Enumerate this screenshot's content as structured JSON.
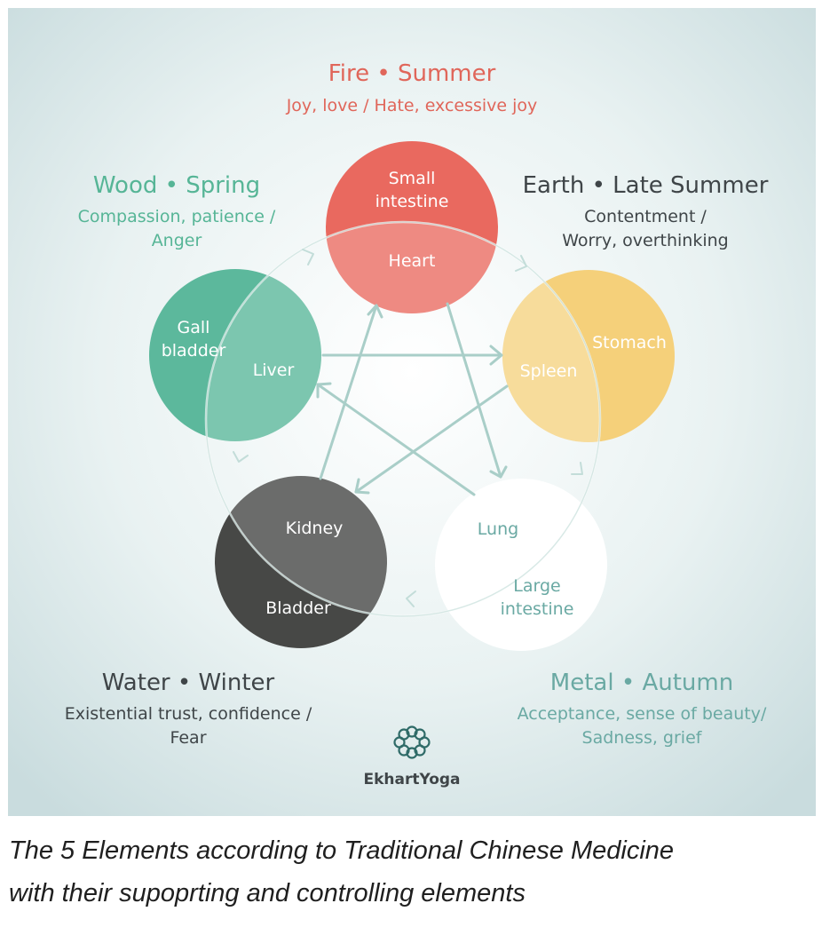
{
  "figure": {
    "brand": "EkhartYoga",
    "elements": {
      "fire": {
        "title": "Fire • Summer",
        "emotions": [
          "Joy, love / Hate, excessive joy"
        ],
        "organs": [
          "Small",
          "intestine",
          "Heart"
        ],
        "color": "#e9695f"
      },
      "earth": {
        "title": "Earth • Late Summer",
        "emotions": [
          "Contentment /",
          "Worry, overthinking"
        ],
        "organs": [
          "Stomach",
          "Spleen"
        ],
        "color": "#f5d07a"
      },
      "metal": {
        "title": "Metal • Autumn",
        "emotions": [
          "Acceptance, sense of beauty/",
          "Sadness, grief"
        ],
        "organs": [
          "Lung",
          "Large",
          "intestine"
        ],
        "color": "#ffffff"
      },
      "water": {
        "title": "Water • Winter",
        "emotions": [
          "Existential trust, confidence /",
          "Fear"
        ],
        "organs": [
          "Kidney",
          "Bladder"
        ],
        "color": "#474846"
      },
      "wood": {
        "title": "Wood • Spring",
        "emotions": [
          "Compassion, patience /",
          "Anger"
        ],
        "organs": [
          "Gall",
          "bladder",
          "Liver"
        ],
        "color": "#5cb89c"
      }
    },
    "colors": {
      "fire_text": "#e0665a",
      "wood_text": "#56b596",
      "metal_text": "#6aa9a3",
      "dark_text": "#3f4548",
      "arrow": "#a9cec8"
    }
  },
  "caption": {
    "line1": "The 5 Elements according to Traditional Chinese Medicine",
    "line2": "with their supoprting and controlling elements"
  }
}
